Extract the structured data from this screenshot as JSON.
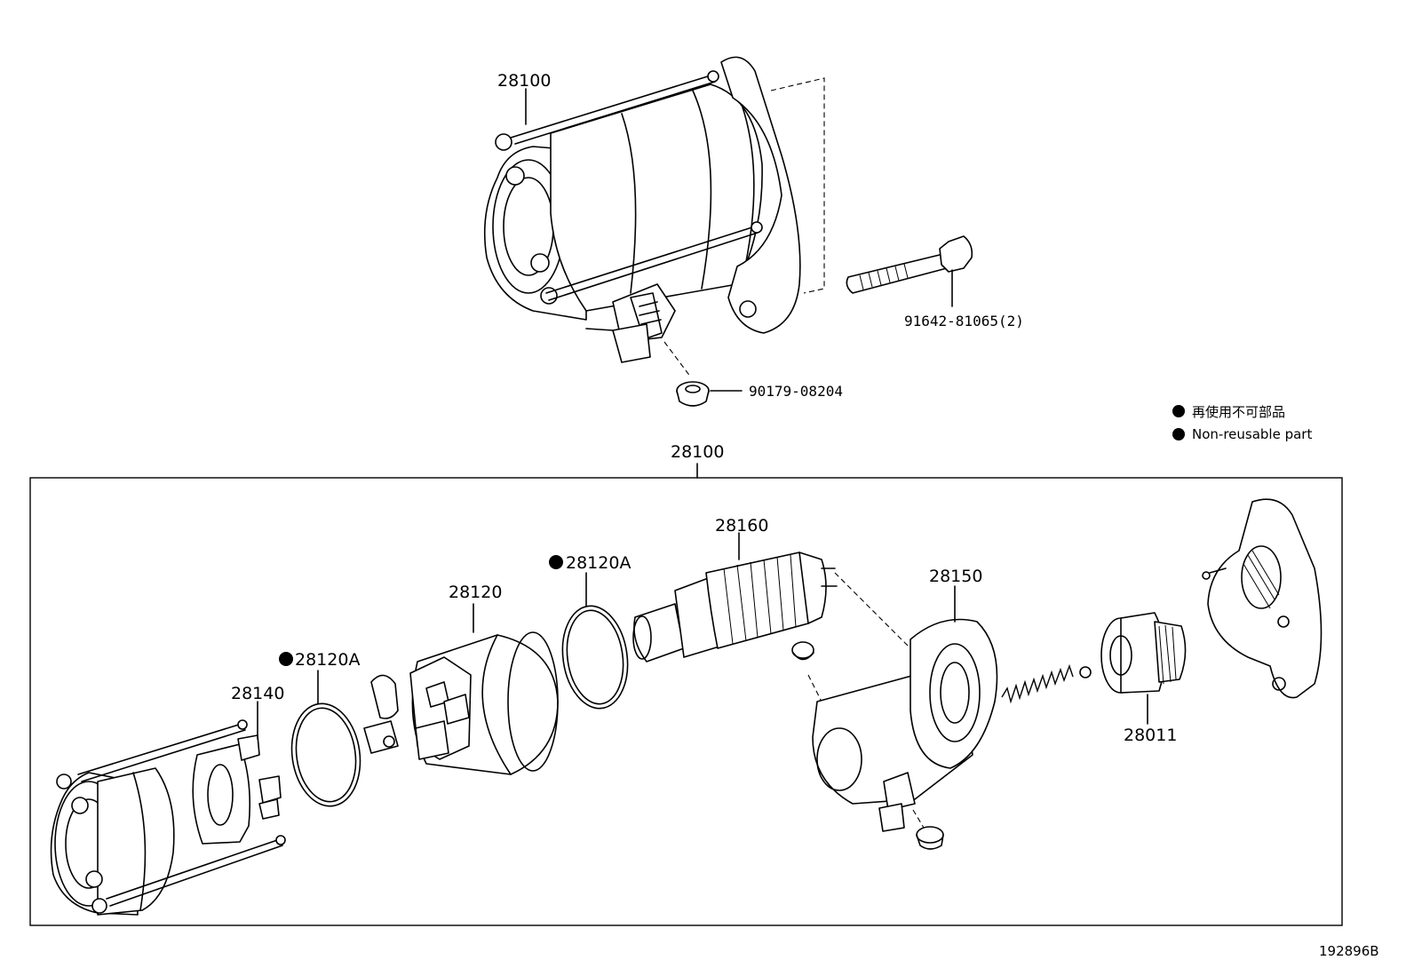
{
  "legend": {
    "japanese": "再使用不可部品",
    "english": "Non-reusable part"
  },
  "labels": {
    "top_assembly": "28100",
    "bolt": "91642-81065(2)",
    "nut": "90179-08204",
    "exploded_assembly": "28100",
    "armature": "28160",
    "oring_upper": "28120A",
    "yoke": "28120",
    "oring_lower": "28120A",
    "brush_holder": "28140",
    "housing": "28150",
    "clutch": "28011"
  },
  "figure_id": "192896B"
}
